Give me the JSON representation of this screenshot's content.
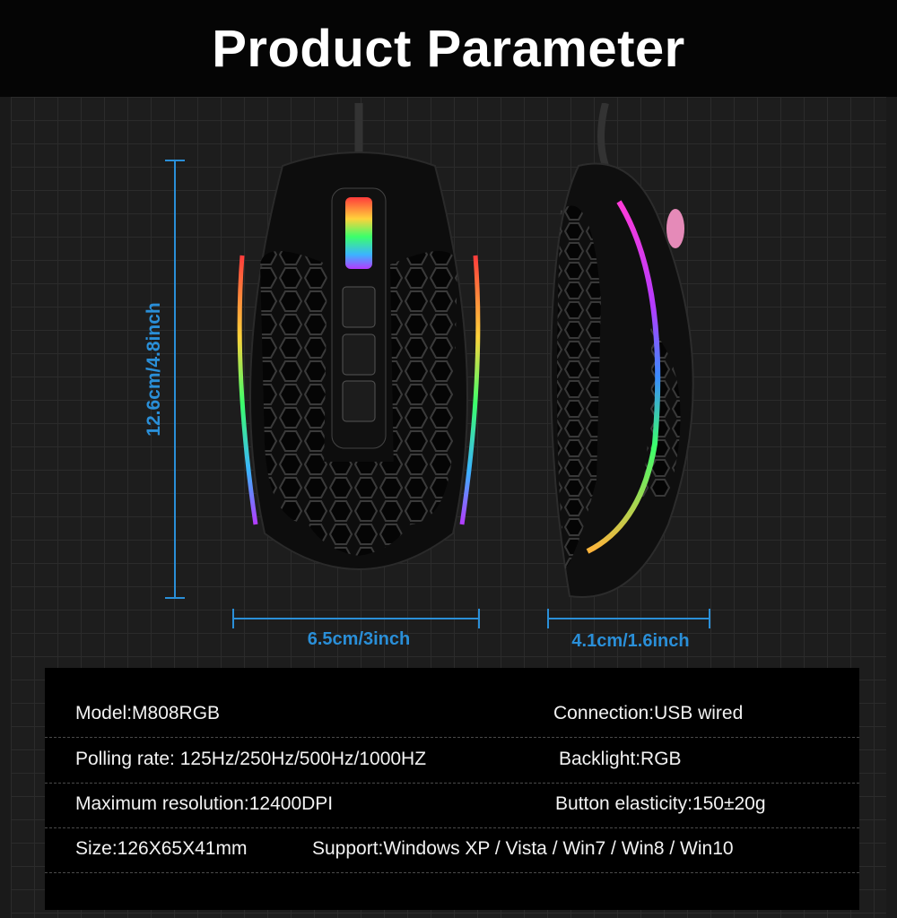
{
  "title": "Product Parameter",
  "dimensions": {
    "height": "12.6cm/4.8inch",
    "width": "6.5cm/3inch",
    "depth": "4.1cm/1.6inch"
  },
  "colors": {
    "dimension_accent": "#2a8fd8",
    "background": "#1d1d1d",
    "table_background": "#000000"
  },
  "specs": {
    "model": "Model:M808RGB",
    "connection": "Connection:USB wired",
    "polling": "Polling rate: 125Hz/250Hz/500Hz/1000HZ",
    "backlight": "Backlight:RGB",
    "resolution": "Maximum resolution:12400DPI",
    "elasticity": "Button elasticity:150±20g",
    "size": "Size:126X65X41mm",
    "support": "Support:Windows XP / Vista / Win7 / Win8 / Win10"
  }
}
